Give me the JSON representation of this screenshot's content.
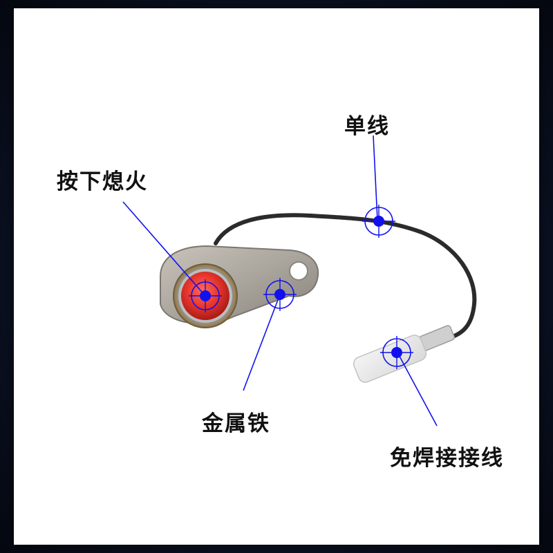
{
  "annotations": {
    "press_to_kill": "按下熄火",
    "metal_iron": "金属铁",
    "single_wire": "单线",
    "solderless_connector": "免焊接接线"
  },
  "colors": {
    "button_red": "#e8352c",
    "marker_blue": "#1111ee",
    "bracket_metal": "#a9a49c",
    "cable": "#2b2b2b",
    "border_navy": "#0d1424"
  }
}
